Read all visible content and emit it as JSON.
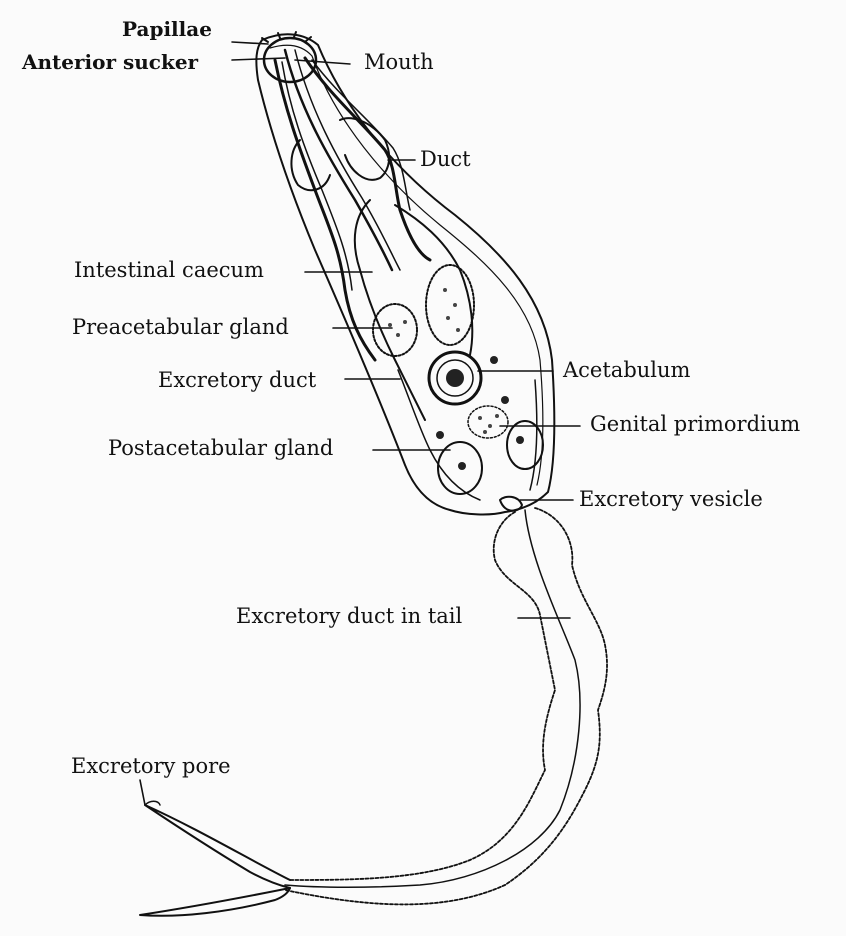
{
  "labels": {
    "papillae": "Papillae",
    "anterior_sucker": "Anterior sucker",
    "mouth": "Mouth",
    "duct": "Duct",
    "intestinal_caecum": "Intestinal caecum",
    "preacetabular_gland": "Preacetabular gland",
    "excretory_duct": "Excretory duct",
    "acetabulum": "Acetabulum",
    "genital_primordium": "Genital primordium",
    "postacetabular_gland": "Postacetabular gland",
    "excretory_vesicle": "Excretory vesicle",
    "excretory_duct_in_tail": "Excretory duct in tail",
    "excretory_pore": "Excretory pore"
  },
  "colors": {
    "ink": "#111111",
    "paper": "#fbfbfb"
  }
}
